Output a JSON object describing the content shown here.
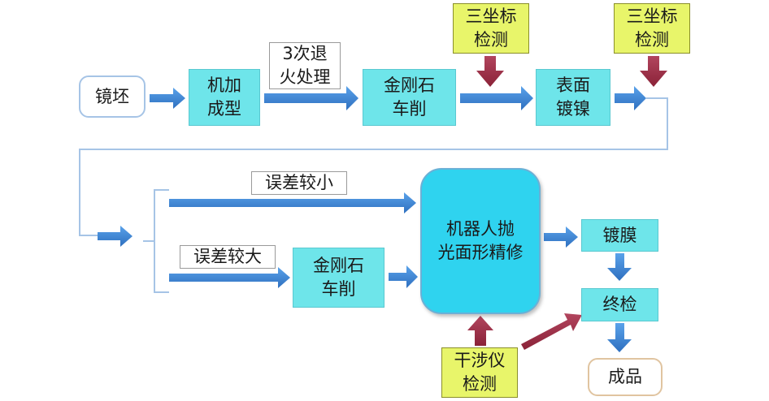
{
  "nodes": {
    "blank": "镜坯",
    "forming": "机加\n成型",
    "anneal_label": "3次退\n火处理",
    "diamond_turn_1": "金刚石\n车削",
    "cmm_1": "三坐标\n检测",
    "nickel": "表面\n镀镍",
    "cmm_2": "三坐标\n检测",
    "small_error_label": "误差较小",
    "large_error_label": "误差较大",
    "diamond_turn_2": "金刚石\n车削",
    "robot_polish": "机器人抛\n光面形精修",
    "coating": "镀膜",
    "final_inspect": "终检",
    "interferometer": "干涉仪\n检测",
    "product": "成品"
  },
  "colors": {
    "process_fill": "#6ee5ea",
    "inspection_fill": "#e8f56a",
    "flow_arrow": "#3d86d6",
    "inspection_arrow": "#a0324b",
    "connector_line": "#a6c4e6"
  }
}
